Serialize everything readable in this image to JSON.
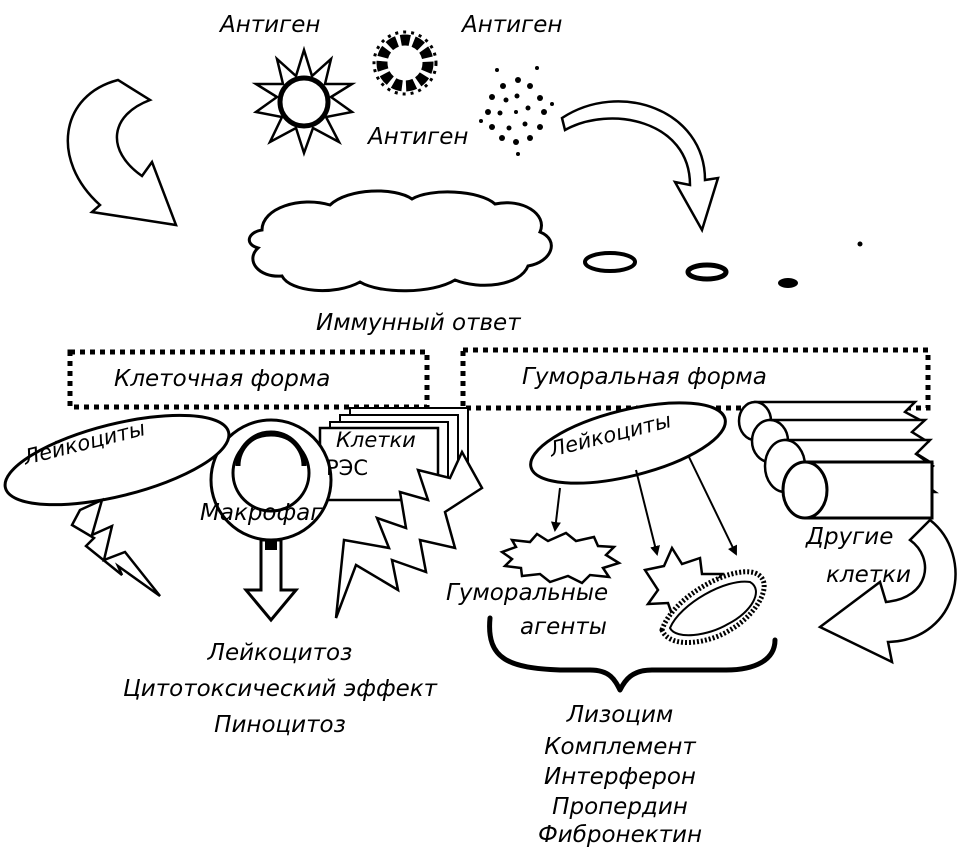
{
  "antigens": [
    "Антиген",
    "Антиген",
    "Антиген"
  ],
  "immune_response": "Иммунный ответ",
  "forms": {
    "cellular": "Клеточная форма",
    "humoral": "Гуморальная форма"
  },
  "cellular": {
    "leukocytes": "Лейкоциты",
    "macrophage": "Макрофаг",
    "res_cells_line1": "Клетки",
    "res_cells_line2": "РЭС",
    "effects": [
      "Лейкоцитоз",
      "Цитотоксический эффект",
      "Пиноцитоз"
    ]
  },
  "humoral": {
    "leukocytes": "Лейкоциты",
    "other_cells_line1": "Другие",
    "other_cells_line2": "клетки",
    "agents_line1": "Гуморальные",
    "agents_line2": "агенты",
    "agents_list": [
      "Лизоцим",
      "Комплемент",
      "Интерферон",
      "Пропердин",
      "Фибронектин"
    ]
  }
}
